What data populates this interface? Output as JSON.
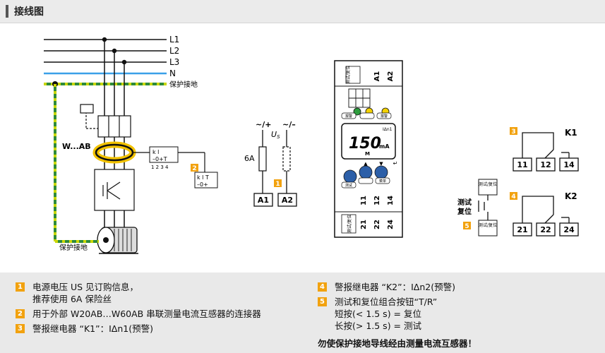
{
  "header": {
    "title": "接线图"
  },
  "wiring": {
    "lines": {
      "l1": "L1",
      "l2": "L2",
      "l3": "L3",
      "n": "N",
      "pe": "保护接地"
    },
    "ct_label": "W...AB",
    "connector_top": "k l",
    "connector_mid": "–0+T",
    "connector_pins": "1 2 3 4",
    "connector2_top": "k l T",
    "connector2_mid": "–0+",
    "motor_pe": "保护接地",
    "supply_plus": "~/+",
    "supply_minus": "~/–",
    "supply_us": "U",
    "supply_us_sub": "S",
    "fuse": "6A",
    "a1": "A1",
    "a2": "A2"
  },
  "device": {
    "top_label": "测试/复位",
    "top_a1": "A1",
    "top_a2": "A2",
    "btn_left": "报警",
    "btn_mid": "",
    "btn_right": "报警",
    "display_value": "150",
    "display_unit": "mA",
    "display_delta": "IΔn1",
    "display_m": "M",
    "nav_left": "测试",
    "nav_mid": "",
    "nav_right": "菜单",
    "row1": [
      "11",
      "12",
      "14"
    ],
    "row2": [
      "21",
      "22",
      "24"
    ],
    "bottom_label": "测试/复位"
  },
  "relays": {
    "k1": {
      "name": "K1",
      "terms": [
        "11",
        "12",
        "14"
      ],
      "badge": "3"
    },
    "k2": {
      "name": "K2",
      "terms": [
        "21",
        "22",
        "24"
      ],
      "badge": "4"
    },
    "tr_label_1": "测试",
    "tr_label_2": "复位",
    "tr_box": "测试/复位",
    "tr_box2": "测试/复位",
    "badge5": "5"
  },
  "badges": {
    "b1": "1",
    "b2": "2"
  },
  "legend": {
    "items_left": [
      {
        "num": "1",
        "lines": [
          "电源电压 US 见订购信息，",
          "推荐使用 6A 保险丝"
        ]
      },
      {
        "num": "2",
        "lines": [
          "用于外部 W20AB…W60AB 串联测量电流互感器的连接器"
        ]
      },
      {
        "num": "3",
        "lines": [
          "警报继电器 “K1”：IΔn1(预警)"
        ]
      }
    ],
    "items_right": [
      {
        "num": "4",
        "lines": [
          "警报继电器 “K2”：IΔn2(预警)"
        ]
      },
      {
        "num": "5",
        "lines": [
          "测试和复位组合按钮“T/R”",
          "短按(< 1.5 s) = 复位",
          "长按(> 1.5 s) = 测试"
        ]
      }
    ],
    "warning": "勿使保护接地导线经由测量电流互感器！"
  }
}
